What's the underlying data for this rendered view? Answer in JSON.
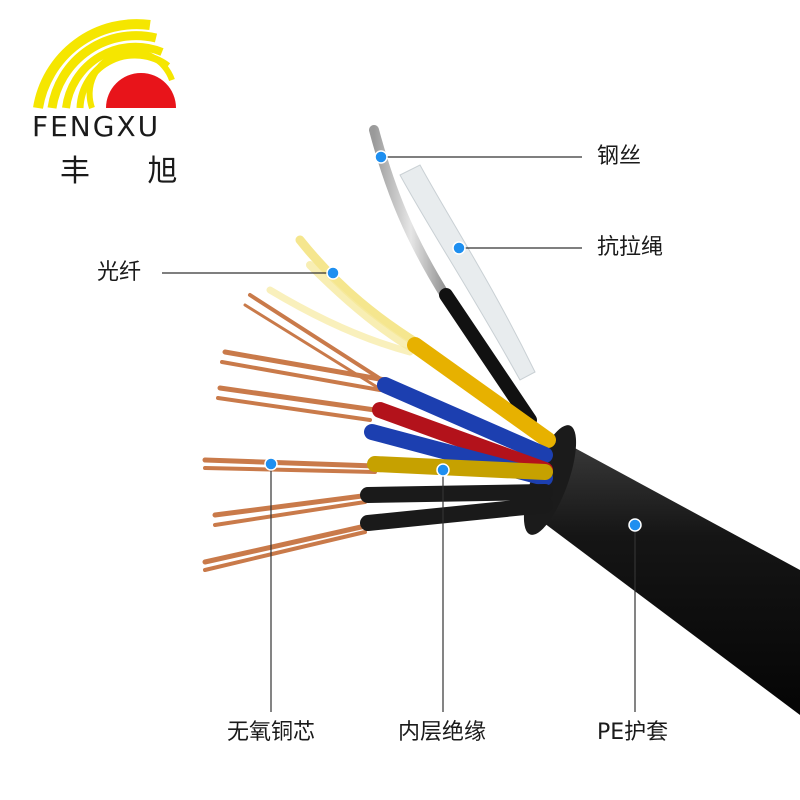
{
  "brand": {
    "name_en": "FENGXU",
    "name_cn": "丰 旭",
    "colors": {
      "yellow": "#f5e600",
      "red": "#e8141a",
      "text": "#1a1a1a"
    }
  },
  "labels": {
    "steel_wire": "钢丝",
    "tensile_rope": "抗拉绳",
    "optical_fiber": "光纤",
    "oxygen_free_copper": "无氧铜芯",
    "inner_insulation": "内层绝缘",
    "pe_jacket": "PE护套"
  },
  "colors": {
    "jacket": "#111111",
    "marker": "#1e8ff0",
    "leader": "#333333",
    "copper": "#c97a4a",
    "fiber": "#f3e27a",
    "red_wire": "#b3121b",
    "blue_wire": "#1c3fb0",
    "yellow_wire": "#e7b100",
    "olive_wire": "#c6a100",
    "black_wire": "#1a1a1a"
  }
}
